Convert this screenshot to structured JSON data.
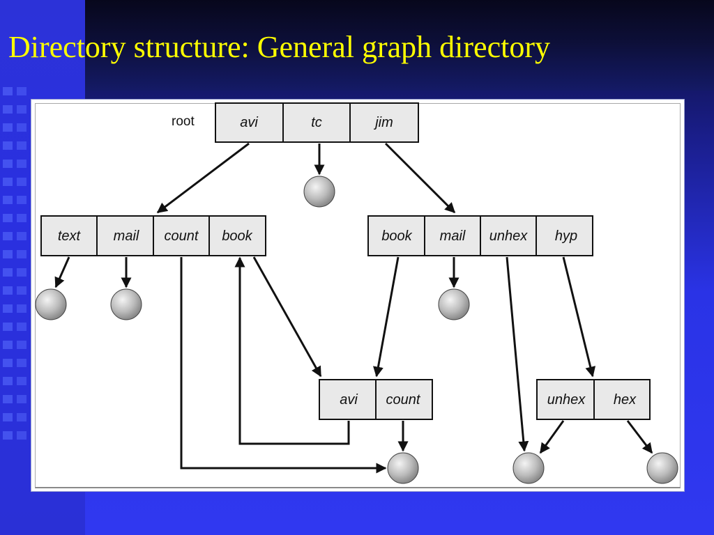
{
  "slide": {
    "title": "Directory structure: General graph directory"
  },
  "diagram": {
    "root_label": "root",
    "root_dir": [
      "avi",
      "tc",
      "jim"
    ],
    "left_dir": [
      "text",
      "mail",
      "count",
      "book"
    ],
    "right_dir": [
      "book",
      "mail",
      "unhex",
      "hyp"
    ],
    "middle_dir": [
      "avi",
      "count"
    ],
    "far_right_dir": [
      "unhex",
      "hex"
    ]
  }
}
